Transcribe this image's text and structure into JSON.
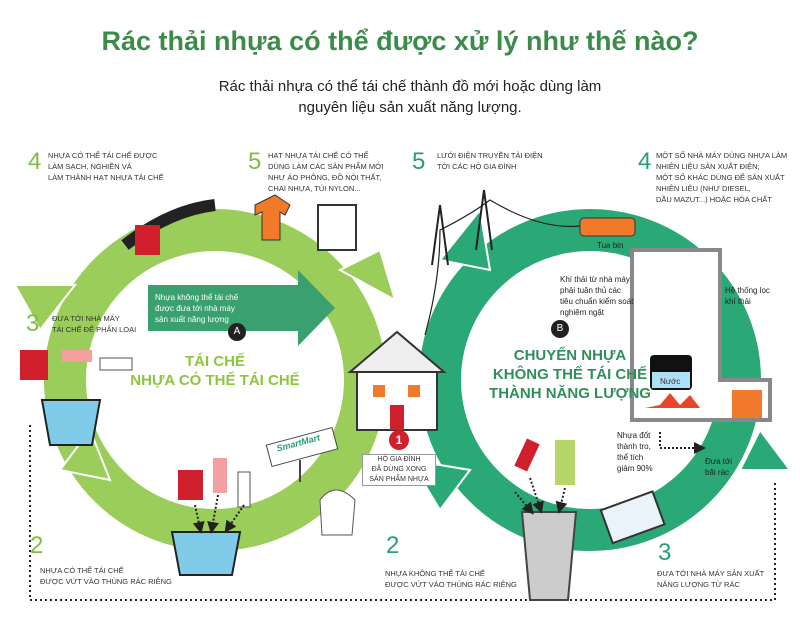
{
  "title": "Rác thải nhựa có thể được xử lý như thế nào?",
  "subtitle": "Rác thải nhựa có thể tái chế thành đồ mới hoặc dùng làm\nnguyên liệu sản xuất năng lượng.",
  "colors": {
    "title": "#3d8b4a",
    "recycle_ring": "#9acd5a",
    "energy_ring": "#2aa876",
    "accent": "#f07a2a",
    "badge_red": "#d0202e"
  },
  "recycle": {
    "heading": "TÁI CHẾ\nNHỰA CÓ THỂ TÁI CHẾ",
    "badge": "A",
    "arrow_text": "Nhựa không thể tái chế\nđược đưa tới nhà máy\nsản xuất năng lượng",
    "steps": [
      {
        "num": "2",
        "text": "Nhựa có thể tái chế\nđược vứt vào thùng rác riêng"
      },
      {
        "num": "3",
        "text": "Đưa tới nhà máy\ntái chế để phân loại"
      },
      {
        "num": "4",
        "text": "Nhựa có thể tái chế được\nlàm sạch, nghiền và\nlàm thành hạt nhựa tái chế"
      },
      {
        "num": "5",
        "text": "Hạt nhựa tái chế có thể\ndùng làm các sản phẩm mới\nnhư áo phông, đồ nội thất,\nchai nhựa, túi nylon..."
      }
    ],
    "store_sign": "SmartMart"
  },
  "household": {
    "badge": "1",
    "text": "Hộ gia đình\nđã dùng xong\nsản phẩm nhựa"
  },
  "energy": {
    "heading": "CHUYỂN NHỰA\nKHÔNG THỂ TÁI CHẾ\nTHÀNH NĂNG LƯỢNG",
    "badge": "B",
    "steps": [
      {
        "num": "2",
        "text": "Nhựa không thể tái chế\nđược vứt vào thùng  rác riêng"
      },
      {
        "num": "3",
        "text": "Đưa tới nhà máy sản xuất\nnăng lượng từ rác"
      },
      {
        "num": "4",
        "text": "Một số nhà máy dùng nhựa làm\nnhiên liệu sản xuất điện;\nmột số khác dùng để sản xuất\nnhiên liệu (như diesel,\ndầu mazut...) hoặc hóa chất"
      },
      {
        "num": "5",
        "text": "Lưới điện truyền tải điện\ntới các hộ gia đình"
      }
    ],
    "labels": {
      "turbine": "Tua bin",
      "emissions": "Khí thải từ nhà máy\nphải tuân thủ các\ntiêu chuẩn kiểm soát\nnghiêm ngặt",
      "filter": "Hệ thống lọc\nkhí thải",
      "water": "Nước",
      "ash": "Nhựa đốt\nthành tro,\nthể tích\ngiảm 90%",
      "landfill": "Đưa tới\nbãi rác"
    }
  }
}
